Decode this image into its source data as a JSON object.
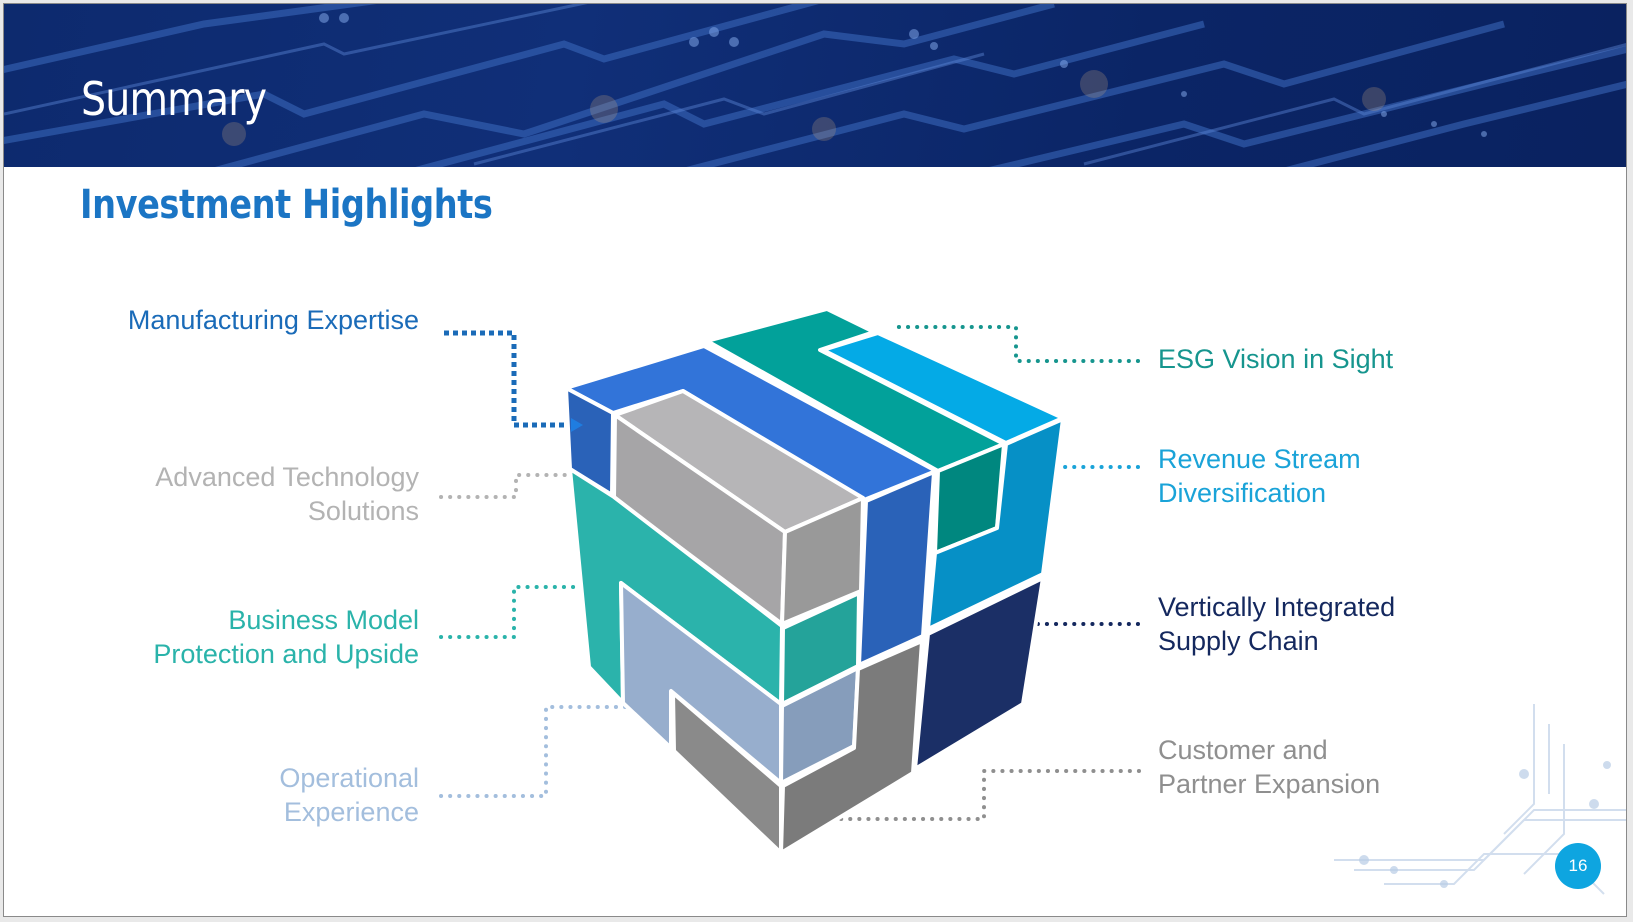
{
  "slide": {
    "title": "Summary",
    "subtitle": "Investment Highlights",
    "page_number": "16"
  },
  "highlights": {
    "left": [
      {
        "id": "manufacturing",
        "lines": [
          "Manufacturing Expertise"
        ],
        "color": "#1a6bb8"
      },
      {
        "id": "advanced-tech",
        "lines": [
          "Advanced Technology",
          "Solutions"
        ],
        "color": "#b3b3b3"
      },
      {
        "id": "business-model",
        "lines": [
          "Business Model",
          "Protection and Upside"
        ],
        "color": "#2ab3aa"
      },
      {
        "id": "operational",
        "lines": [
          "Operational",
          "Experience"
        ],
        "color": "#a3bedd"
      }
    ],
    "right": [
      {
        "id": "esg",
        "lines": [
          "ESG Vision in Sight"
        ],
        "color": "#16958e"
      },
      {
        "id": "revenue",
        "lines": [
          "Revenue Stream",
          "Diversification"
        ],
        "color": "#1aa3d8"
      },
      {
        "id": "supply-chain",
        "lines": [
          "Vertically Integrated",
          "Supply Chain"
        ],
        "color": "#14285e"
      },
      {
        "id": "customer",
        "lines": [
          "Customer and",
          "Partner Expansion"
        ],
        "color": "#8f8f8f"
      }
    ]
  },
  "cube_colors": {
    "blue": "#3274d9",
    "blue_dark": "#2a62b8",
    "teal_top": "#02a19a",
    "teal_dark": "#00877f",
    "sky": "#04aae6",
    "sky_dark": "#0690c6",
    "grey_top": "#b6b5b7",
    "grey_side": "#a6a5a7",
    "grey_front": "#999999",
    "green": "#2bb3ab",
    "green_front": "#24a39a",
    "periwinkle": "#97aecd",
    "periwinkle_front": "#869dbb",
    "grey_low_left": "#8a8a8a",
    "grey_low_right": "#7b7b7b",
    "navy": "#1b2f66"
  }
}
